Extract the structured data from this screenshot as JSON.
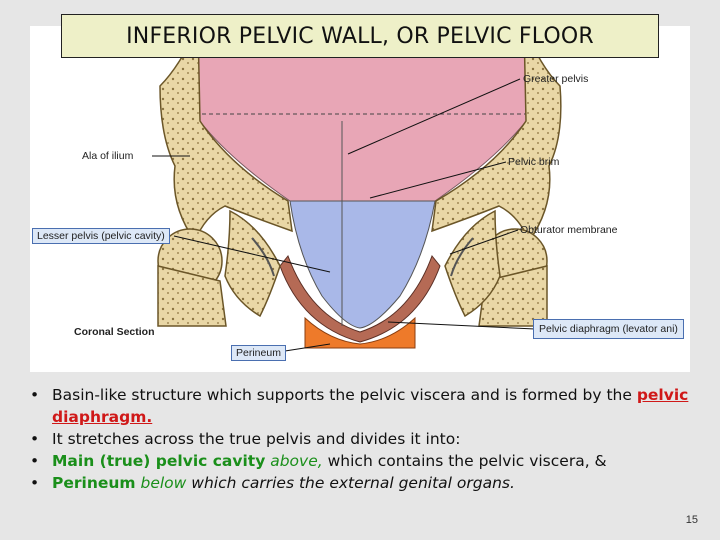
{
  "title": "INFERIOR PELVIC WALL, OR PELVIC FLOOR",
  "figure": {
    "labels": {
      "greater_pelvis": "Greater pelvis",
      "ala_of_ilium": "Ala of ilium",
      "pelvic_brim": "Pelvic brim",
      "obturator_membrane": "Obturator membrane",
      "lesser_pelvis": "Lesser pelvis (pelvic cavity)",
      "coronal_section": "Coronal Section",
      "pelvic_diaphragm": "Pelvic diaphragm (levator ani)",
      "perineum": "Perineum"
    },
    "colors": {
      "greater_pelvis": "#e8a6b6",
      "lesser_pelvis": "#a9b8e8",
      "perineum": "#ee7a2a",
      "bone": "#e9d7a6"
    }
  },
  "bullets": {
    "b1_text": "Basin-like structure which supports the pelvic viscera and is formed by the ",
    "b1_red": "pelvic diaphragm.",
    "b2_text": "It stretches across the true pelvis and divides it into:",
    "b3_green": "Main (true) pelvic cavity",
    "b3_green_it": " above,",
    "b3_text": " which contains the pelvic viscera, &",
    "b4_green": "Perineum",
    "b4_green_it": " below",
    "b4_text": " which carries the external genital organs."
  },
  "page_number": "15"
}
